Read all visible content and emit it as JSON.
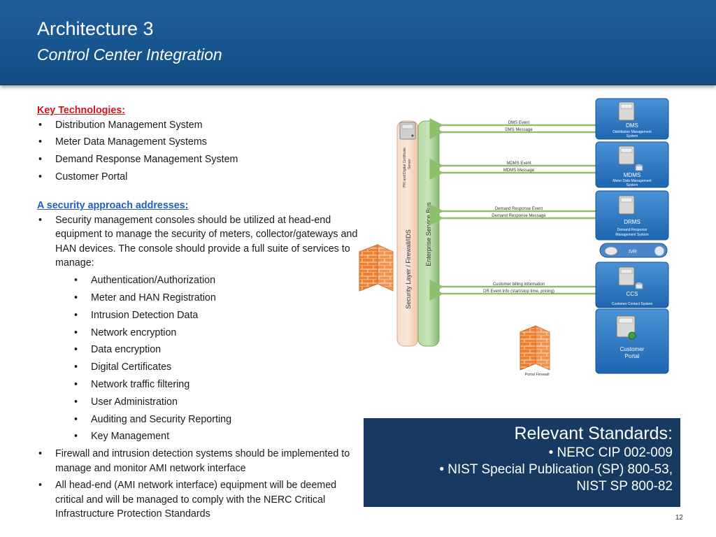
{
  "header": {
    "title": "Architecture 3",
    "subtitle": "Control Center Integration"
  },
  "key_technologies": {
    "heading": "Key Technologies:",
    "items": [
      "Distribution Management System",
      "Meter Data Management Systems",
      "Demand Response Management System",
      "Customer Portal"
    ]
  },
  "security": {
    "heading": "A security approach addresses:",
    "item1": "Security management consoles should be utilized at head-end equipment to manage the security of meters, collector/gateways and HAN devices.  The console should provide a full suite of services to manage:",
    "sub_items": [
      "Authentication/Authorization",
      "Meter and HAN Registration",
      "Intrusion Detection Data",
      "Network encryption",
      "Data encryption",
      "Digital Certificates",
      "Network traffic filtering",
      "User Administration",
      "Auditing and Security Reporting",
      "Key Management"
    ],
    "item2": "Firewall and intrusion detection systems should be implemented to manage and monitor AMI network interface",
    "item3": "All head-end (AMI network interface) equipment will be deemed critical and will be managed to comply with the NERC Critical Infrastructure Protection Standards"
  },
  "diagram": {
    "security_layer_label": "Security Layer / Firewall/IDS",
    "esb_label": "Enterprise Service Bus",
    "pki_label_1": "PKI and Digital Certificate",
    "pki_label_2": "Server",
    "dms_msg_1": "DMS Event",
    "dms_msg_2": "DMS Message",
    "mdms_msg_1": "MDMS Event",
    "mdms_msg_2": "MDMS Message",
    "drms_msg_1": "Demand Response Event",
    "drms_msg_2": "Demand Response Message",
    "ccs_msg_1": "Customer billing information",
    "ccs_msg_2": "DR Event Info (start/stop time, pricing)",
    "dms_name": "DMS",
    "dms_desc_1": "Distribution Management",
    "dms_desc_2": "System",
    "mdms_name": "MDMS",
    "mdms_desc_1": "Meter Data Management",
    "mdms_desc_2": "System",
    "drms_name": "DRMS",
    "drms_desc_1": "Demand Response",
    "drms_desc_2": "Management System",
    "ivr_label": "IVR",
    "ccs_name": "CCS",
    "ccs_desc": "Customer Contact System",
    "portal_name_1": "Customer",
    "portal_name_2": "Portal",
    "portal_firewall_label": "Portal Firewall",
    "colors": {
      "box_blue": "#2f7ec4",
      "bus_green": "#9dc78a",
      "security_orange": "#f4d3bd",
      "firewall_orange": "#f07a24"
    }
  },
  "standards": {
    "title": "Relevant Standards:",
    "item1": "• NERC CIP 002-009",
    "item2_line1": "• NIST Special Publication (SP) 800-53,",
    "item2_line2": "NIST SP 800-82"
  },
  "page_number": "12"
}
